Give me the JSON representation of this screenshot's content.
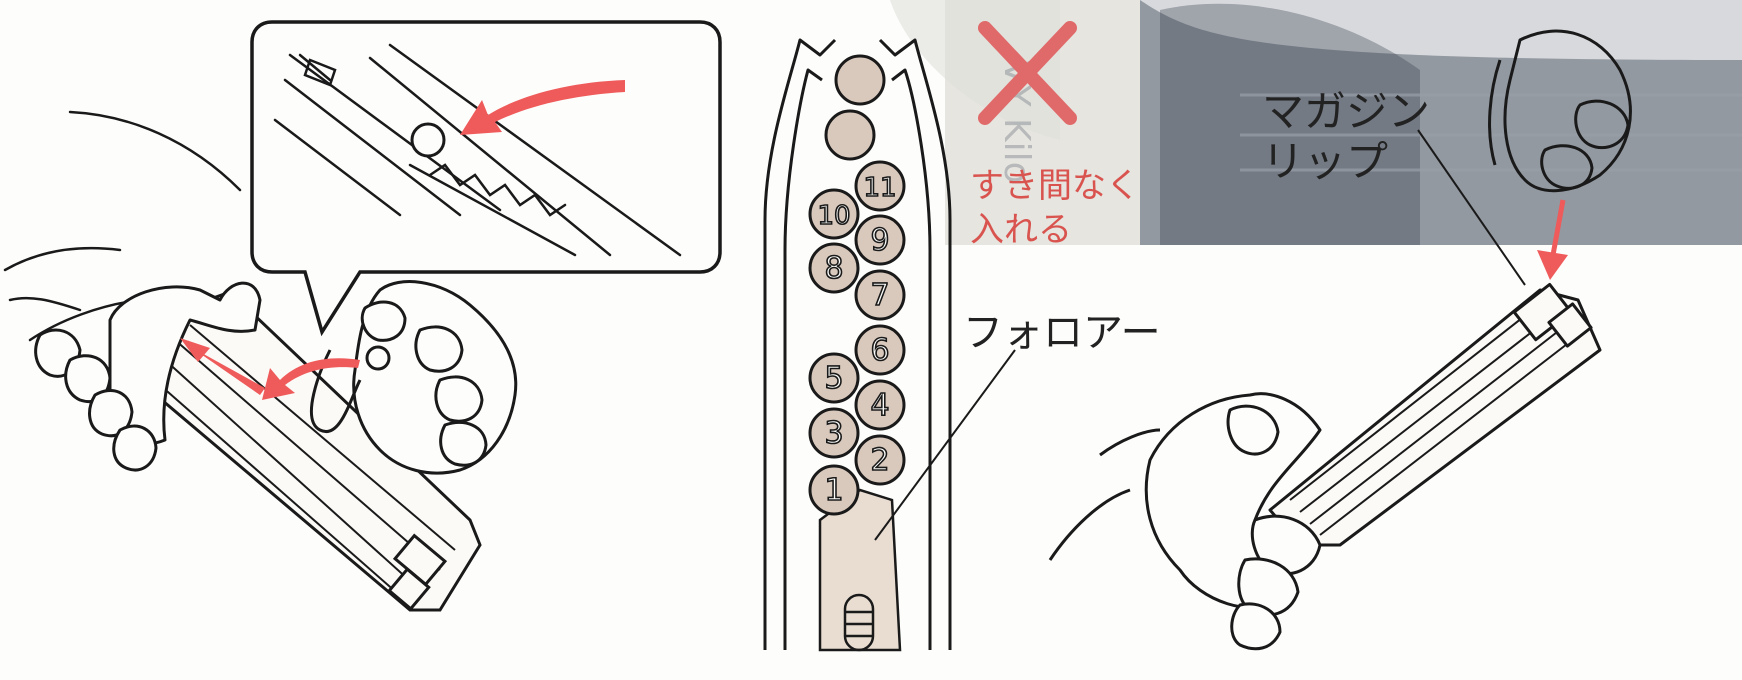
{
  "colors": {
    "line": "#1a1a1a",
    "pellet_fill": "#d9c9bd",
    "follower_fill": "#e9ddd2",
    "arrow_red": "#ef5b5b",
    "warning_red": "#d9534f",
    "photo_overlay": "#c9cdd4"
  },
  "labels": {
    "follower": "フォロアー",
    "magazine_lip_line1": "マガジン",
    "magazine_lip_line2": "リップ",
    "warning_line1": "すき間なく",
    "warning_line2": "入れる",
    "warning_mark": "✕"
  },
  "pellets": {
    "numbered": [
      "1",
      "2",
      "3",
      "4",
      "5",
      "6",
      "7",
      "8",
      "9",
      "10",
      "11"
    ],
    "unnumbered_count": 2
  },
  "icons": [
    "hand-icon",
    "magazine-icon",
    "pellet-icon",
    "arrow-icon",
    "cross-icon",
    "callout-icon"
  ]
}
